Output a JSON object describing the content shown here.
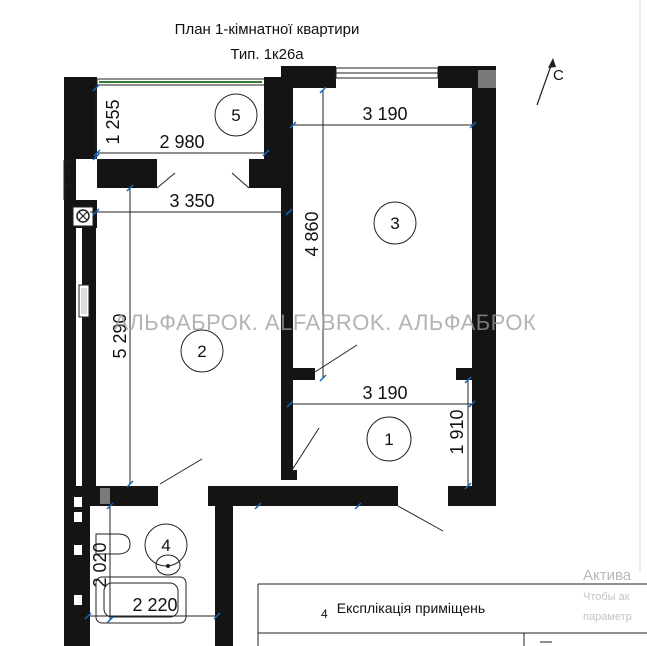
{
  "title": {
    "line1": "План 1-кімнатної квартири",
    "line2": "Тип. 1к26а"
  },
  "compass": {
    "label": "С"
  },
  "rooms": [
    {
      "number": "1"
    },
    {
      "number": "2"
    },
    {
      "number": "3"
    },
    {
      "number": "4"
    },
    {
      "number": "5"
    }
  ],
  "dimensions": {
    "balcony_depth": "1 255",
    "balcony_width": "2 980",
    "room2_width": "3 350",
    "room2_length": "5 290",
    "room3_width": "3 190",
    "room3_length": "4 860",
    "room1_width": "3 190",
    "room1_length": "1 910",
    "bath_length": "2 020",
    "bath_width": "2 220"
  },
  "watermark": "АЛЬФАБРОК. ALFABROK. АЛЬФАБРОК",
  "explication": {
    "title": "Експлікація приміщень",
    "corner_mark": "4"
  },
  "system_overlay": {
    "line1": "Актива",
    "line2": "Чтобы ак",
    "line3": "параметр"
  },
  "colors": {
    "wall": "#141414",
    "balcony_glass": "#2e7d32",
    "dimension_ticks": "#1565c0"
  }
}
